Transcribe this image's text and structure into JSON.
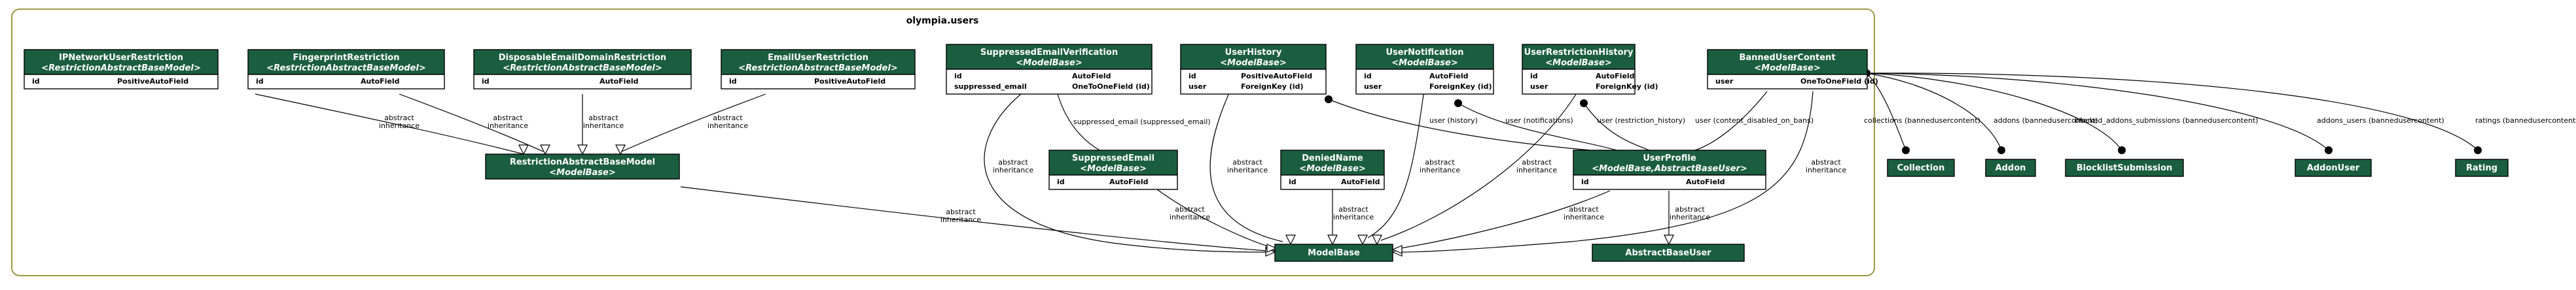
{
  "package": {
    "title": "olympia.users"
  },
  "inheritance_label": [
    "abstract",
    "inheritance"
  ],
  "classes": [
    {
      "id": "ipnet",
      "name": "IPNetworkUserRestriction",
      "base": "<RestrictionAbstractBaseModel>",
      "fields": [
        [
          "id",
          "PositiveAutoField"
        ]
      ]
    },
    {
      "id": "fingerprint",
      "name": "FingerprintRestriction",
      "base": "<RestrictionAbstractBaseModel>",
      "fields": [
        [
          "id",
          "AutoField"
        ]
      ]
    },
    {
      "id": "disposable",
      "name": "DisposableEmailDomainRestriction",
      "base": "<RestrictionAbstractBaseModel>",
      "fields": [
        [
          "id",
          "AutoField"
        ]
      ]
    },
    {
      "id": "emailrestr",
      "name": "EmailUserRestriction",
      "base": "<RestrictionAbstractBaseModel>",
      "fields": [
        [
          "id",
          "PositiveAutoField"
        ]
      ]
    },
    {
      "id": "restrbase",
      "name": "RestrictionAbstractBaseModel",
      "base": "<ModelBase>",
      "fields": []
    },
    {
      "id": "suppver",
      "name": "SuppressedEmailVerification",
      "base": "<ModelBase>",
      "fields": [
        [
          "id",
          "AutoField"
        ],
        [
          "suppressed_email",
          "OneToOneField (id)"
        ]
      ]
    },
    {
      "id": "suppemail",
      "name": "SuppressedEmail",
      "base": "<ModelBase>",
      "fields": [
        [
          "id",
          "AutoField"
        ]
      ]
    },
    {
      "id": "history",
      "name": "UserHistory",
      "base": "<ModelBase>",
      "fields": [
        [
          "id",
          "PositiveAutoField"
        ],
        [
          "user",
          "ForeignKey (id)"
        ]
      ]
    },
    {
      "id": "denied",
      "name": "DeniedName",
      "base": "<ModelBase>",
      "fields": [
        [
          "id",
          "AutoField"
        ]
      ]
    },
    {
      "id": "notif",
      "name": "UserNotification",
      "base": "<ModelBase>",
      "fields": [
        [
          "id",
          "AutoField"
        ],
        [
          "user",
          "ForeignKey (id)"
        ]
      ]
    },
    {
      "id": "restrhist",
      "name": "UserRestrictionHistory",
      "base": "<ModelBase>",
      "fields": [
        [
          "id",
          "AutoField"
        ],
        [
          "user",
          "ForeignKey (id)"
        ]
      ]
    },
    {
      "id": "banned",
      "name": "BannedUserContent",
      "base": "<ModelBase>",
      "fields": [
        [
          "user",
          "OneToOneField (id)"
        ]
      ]
    },
    {
      "id": "profile",
      "name": "UserProfile",
      "base": "<ModelBase,AbstractBaseUser>",
      "fields": [
        [
          "id",
          "AutoField"
        ]
      ]
    },
    {
      "id": "modelbase",
      "name": "ModelBase",
      "base": "",
      "fields": []
    },
    {
      "id": "abu",
      "name": "AbstractBaseUser",
      "base": "",
      "fields": []
    },
    {
      "id": "collection",
      "name": "Collection",
      "base": "",
      "fields": []
    },
    {
      "id": "addon",
      "name": "Addon",
      "base": "",
      "fields": []
    },
    {
      "id": "blocklist",
      "name": "BlocklistSubmission",
      "base": "",
      "fields": []
    },
    {
      "id": "addonuser",
      "name": "AddonUser",
      "base": "",
      "fields": []
    },
    {
      "id": "rating",
      "name": "Rating",
      "base": "",
      "fields": []
    }
  ],
  "relation_labels": {
    "suppressed_email": "suppressed_email (suppressed_email)",
    "history": "user (history)",
    "notifications": "user (notifications)",
    "restriction_history": "user (restriction_history)",
    "content_disabled": "user (content_disabled_on_bans)",
    "collections": "collections (bannedusercontent)",
    "addons": "addons (bannedusercontent)",
    "blocked": "blocked_addons_submissions (bannedusercontent)",
    "addons_users": "addons_users (bannedusercontent)",
    "ratings": "ratings (bannedusercontent)"
  }
}
